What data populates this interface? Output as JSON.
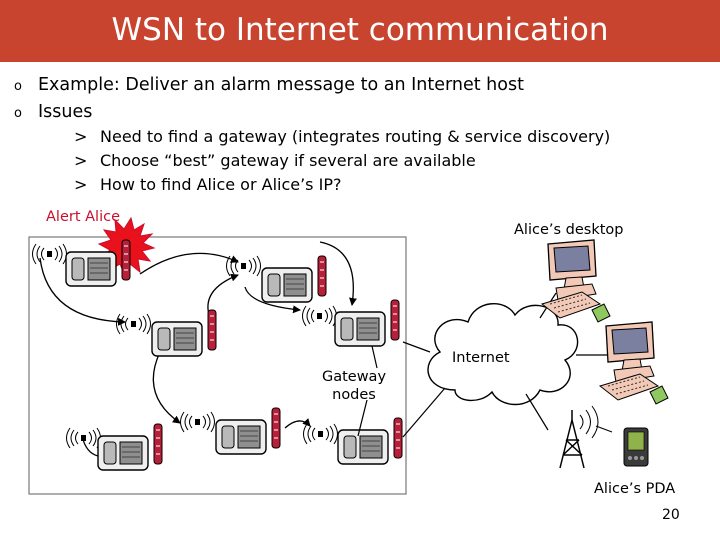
{
  "slide": {
    "title": "WSN to Internet communication",
    "bullets": [
      {
        "marker": "o",
        "text": "Example: Deliver an alarm message to an Internet host"
      },
      {
        "marker": "o",
        "text": "Issues"
      }
    ],
    "sub_bullets": [
      {
        "marker": ">",
        "text": "Need to find a gateway (integrates routing & service discovery)"
      },
      {
        "marker": ">",
        "text": "Choose “best” gateway if several are available"
      },
      {
        "marker": ">",
        "text": "How to find Alice or Alice’s IP?"
      }
    ],
    "page_number": "20"
  },
  "diagram": {
    "alert_label": "Alert Alice",
    "desktop_label": "Alice’s desktop",
    "gateway_label_line1": "Gateway",
    "gateway_label_line2": "nodes",
    "cloud_label": "Internet",
    "pda_label": "Alice’s PDA",
    "colors": {
      "header": "#c8442f",
      "alert_burst": "#e8111c",
      "alert_text": "#c8102e",
      "sensor_antenna": "#b8203a",
      "monitor": "#f1c9b6"
    }
  }
}
